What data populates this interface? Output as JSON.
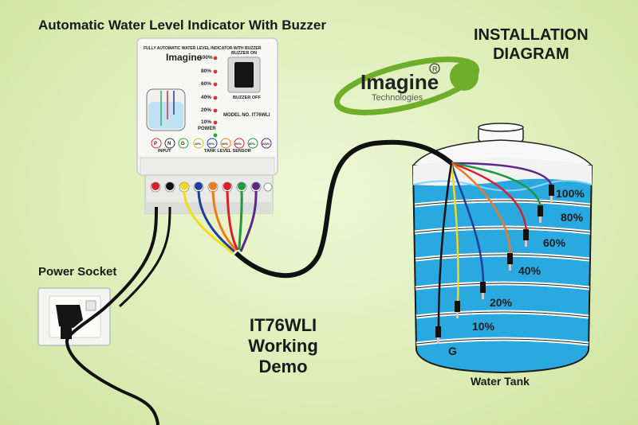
{
  "header": {
    "title": "Automatic Water Level Indicator With Buzzer"
  },
  "installation": {
    "line1": "INSTALLATION",
    "line2": "DIAGRAM"
  },
  "brand": {
    "name": "Imagine",
    "sub": "Technologies",
    "mark": "R"
  },
  "panel": {
    "top_text": "FULLY AUTOMATIC WATER LEVEL INDICATOR WITH BUZZER",
    "buzzer_on": "BUZZER ON",
    "buzzer_off": "BUZZER OFF",
    "model": "MODEL NO. IT76WLI",
    "power": "POWER",
    "input_label": "INPUT",
    "sensor_label": "TANK LEVEL SENSOR",
    "levels": [
      "100%",
      "80%",
      "60%",
      "40%",
      "20%",
      "10%"
    ],
    "input_terms": [
      "P",
      "N",
      "G"
    ],
    "sensor_terms": [
      "10%",
      "20%",
      "40%",
      "60%",
      "80%",
      "100%"
    ]
  },
  "power_socket": {
    "label": "Power Socket"
  },
  "demo": {
    "line1": "IT76WLI",
    "line2": "Working",
    "line3": "Demo"
  },
  "tank": {
    "label": "Water Tank",
    "levels": [
      "100%",
      "80%",
      "60%",
      "40%",
      "20%",
      "10%",
      "G"
    ]
  },
  "colors": {
    "background": "#dcedb6",
    "brand_green": "#6fae2a",
    "water": "#2aa8e0",
    "wire_red": "#d8202a",
    "wire_yellow": "#f2dc1a",
    "wire_blue": "#1f3f9e",
    "wire_orange": "#f07a1a",
    "wire_green": "#1f9a3a",
    "wire_purple": "#5a2a8a",
    "wire_black": "#111111"
  }
}
